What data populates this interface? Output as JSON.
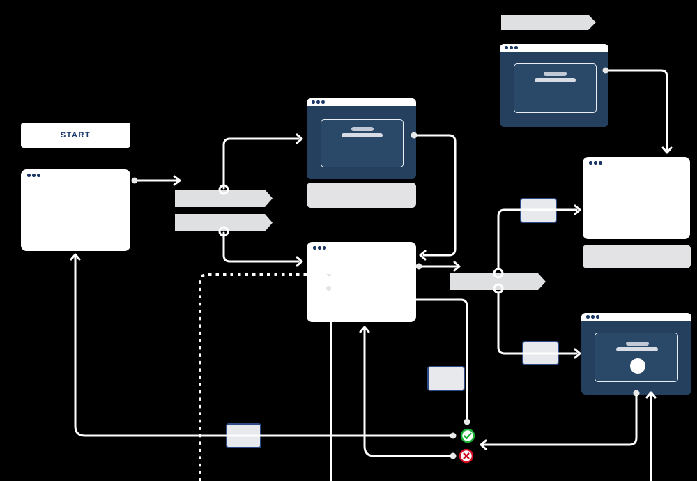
{
  "canvas": {
    "background": "#000000"
  },
  "palette": {
    "navy": "#24405e",
    "navy_inner": "#2a4867",
    "titlebar_dot": "#1c3765",
    "gray_label": "#e3e3e5",
    "gray_banner": "#dfe0e2",
    "box_fill": "#e8e9ed",
    "box_border": "#2b4b87",
    "success": "#16b336",
    "error": "#cf0e22",
    "ph_dark": "#c2c9d6",
    "ph_light": "#d8dce4",
    "connector": "#ffffff",
    "dot_fill": "#e9e9e9",
    "start_text": "#1b3a6b"
  },
  "start": {
    "label": "START"
  },
  "nodes": [
    {
      "id": "start-button",
      "kind": "start-node"
    },
    {
      "id": "window-left",
      "kind": "browser-window-light"
    },
    {
      "id": "step-banner-1",
      "kind": "process-banner"
    },
    {
      "id": "step-banner-2",
      "kind": "process-banner"
    },
    {
      "id": "window-top-middle",
      "kind": "browser-window-dark-with-text-placeholder"
    },
    {
      "id": "label-top-middle",
      "kind": "label-bar"
    },
    {
      "id": "window-central",
      "kind": "browser-window-light"
    },
    {
      "id": "decision-banner",
      "kind": "process-banner"
    },
    {
      "id": "connector-box-top",
      "kind": "connector-box"
    },
    {
      "id": "connector-box-bottom",
      "kind": "connector-box"
    },
    {
      "id": "connector-box-left",
      "kind": "connector-box"
    },
    {
      "id": "connector-box-feedback",
      "kind": "connector-box"
    },
    {
      "id": "label-top-right",
      "kind": "process-banner"
    },
    {
      "id": "window-top-right-dark",
      "kind": "browser-window-dark-with-text-placeholder"
    },
    {
      "id": "window-right-white",
      "kind": "browser-window-light"
    },
    {
      "id": "label-right",
      "kind": "label-bar"
    },
    {
      "id": "window-bottom-right-dark",
      "kind": "browser-window-dark-with-avatar"
    },
    {
      "id": "status-success",
      "kind": "status-icon-check"
    },
    {
      "id": "status-failure",
      "kind": "status-icon-cross"
    }
  ],
  "edges": [
    {
      "id": "left-window-out",
      "style": "solid",
      "end": "arrow"
    },
    {
      "id": "banner1-to-top-middle-window",
      "style": "solid",
      "end": "arrow"
    },
    {
      "id": "banner2-to-central-window",
      "style": "solid",
      "end": "arrow"
    },
    {
      "id": "top-middle-window-to-central-window",
      "style": "solid",
      "end": "arrow"
    },
    {
      "id": "central-window-out",
      "style": "solid",
      "end": "arrow"
    },
    {
      "id": "decision-to-right-white-window",
      "style": "solid",
      "end": "arrow",
      "via": "connector-box-top"
    },
    {
      "id": "decision-to-bottom-right-window",
      "style": "solid",
      "end": "arrow",
      "via": "connector-box-bottom"
    },
    {
      "id": "top-right-dark-to-white-window",
      "style": "solid",
      "end": "arrow"
    },
    {
      "id": "central-window-to-success",
      "style": "solid",
      "end": "dot"
    },
    {
      "id": "success-feedback-to-left-window",
      "style": "solid",
      "end": "arrow",
      "via": "connector-box-feedback"
    },
    {
      "id": "failure-retry-to-central-window",
      "style": "solid",
      "end": "arrow"
    },
    {
      "id": "bottom-right-window-to-status",
      "style": "solid",
      "end": "arrow"
    },
    {
      "id": "bottom-edge-to-bottom-right-window",
      "style": "solid",
      "end": "arrow"
    },
    {
      "id": "central-window-to-bottom-edge",
      "style": "solid",
      "end": "none"
    },
    {
      "id": "dotted-loop-to-central-window",
      "style": "dotted",
      "end": "none"
    }
  ],
  "icons": {
    "success": "check-icon",
    "failure": "cross-icon",
    "window_controls": "traffic-dots-icon",
    "dropdown": "chevron-down-icon",
    "bullet": "dot-icon"
  }
}
